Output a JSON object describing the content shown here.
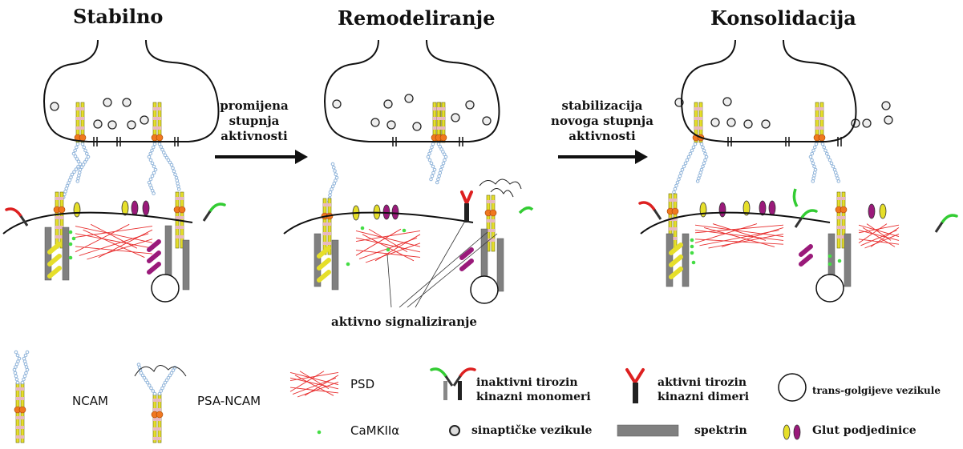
{
  "titles": {
    "stable": "Stabilno",
    "remodel": "Remodeliranje",
    "consolidation": "Konsolidacija"
  },
  "arrows": {
    "first": [
      "promijena",
      "stupnja",
      "aktivnosti"
    ],
    "second": [
      "stabilizacija",
      "novoga stupnja",
      "aktivnosti"
    ]
  },
  "signaling_label": "aktivno signaliziranje",
  "legend": {
    "ncam": "NCAM",
    "psa_ncam": "PSA-NCAM",
    "psd": "PSD",
    "camkii": "CaMKIIα",
    "inactive_tk": [
      "inaktivni tirozin",
      "kinazni monomeri"
    ],
    "synaptic_vesicles": "sinaptičke vezikule",
    "active_tk": [
      "aktivni tirozin",
      "kinazni dimeri"
    ],
    "spectrin": "spektrin",
    "trans_golgi": "trans-golgijeve vezikule",
    "glut": "Glut podjedinice"
  },
  "colors": {
    "ncam_yellow": "#e6df2a",
    "ncam_pink": "#e8b8c0",
    "ncam_orange": "#f07820",
    "psa_blue": "#8fb3d9",
    "psd_red": "#e83030",
    "camkii_green": "#44dd44",
    "glut_purple": "#9a1a7a",
    "spectrin_gray": "#808080",
    "tk_red": "#dd2020",
    "tk_green": "#33cc33"
  }
}
